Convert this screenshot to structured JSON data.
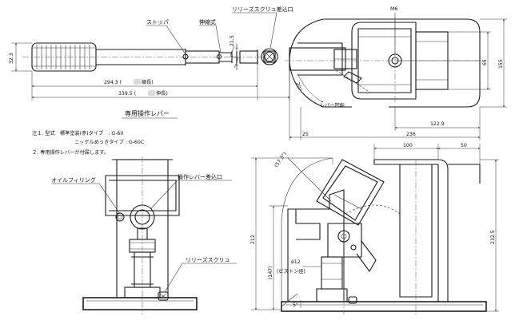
{
  "labels": {
    "stopper": "ストッパ",
    "telescoping": "伸縮式",
    "release_screw_socket": "リリーズスクリュ差込口",
    "lever_rotation": "レバー回転",
    "oil_filling": "オイルフィリング",
    "lever_socket": "操作レバー差込口",
    "release_screw": "リリーズスクリュ",
    "piston_diameter": "(ピストン径)",
    "thread_m6": "M6",
    "lever_title": "専用操作レバー"
  },
  "dimensions": {
    "grip_diameter": "32.3",
    "shaft_diameter": "21.5",
    "lever_min_length_prefix": "294.3 (",
    "lever_min_length_suffix": "縮長)",
    "lever_max_length_prefix": "339.5 (",
    "lever_max_length_suffix": "伸長)",
    "rotation_angle": "20°",
    "side_height_65": "65",
    "side_height_155": "155",
    "offset_25": "25",
    "length_122_9": "122.9",
    "total_width_236": "236",
    "claw_100": "100",
    "claw_50": "50",
    "lever_angle": "(57.3°)",
    "height_212": "212",
    "height_147": "(147)",
    "height_232_5": "232.5",
    "piston_12": "ø12",
    "base_angle": "5°"
  },
  "notes": {
    "note1_line1": "注１. 型式　標準塗装(赤)タイプ　: G-60",
    "note1_line2": "ニッケルめっきタイプ : G-60C",
    "note2": "２. 専用操作レバーが付属します。"
  }
}
